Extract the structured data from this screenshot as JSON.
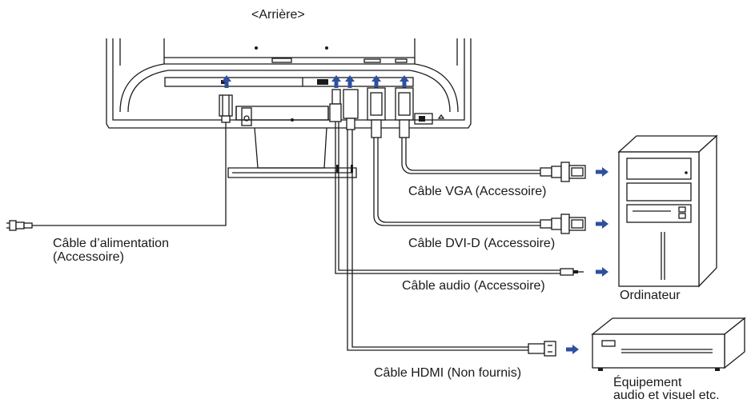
{
  "heading": "<Arrière>",
  "cables": {
    "power": [
      "Câble d’alimentation",
      "(Accessoire)"
    ],
    "vga": "Câble VGA (Accessoire)",
    "dvi": "Câble DVI-D (Accessoire)",
    "audio": "Câble audio (Accessoire)",
    "hdmi": "Câble HDMI (Non fournis)"
  },
  "devices": {
    "computer": "Ordinateur",
    "av_equipment": [
      "Équipement",
      "audio et visuel etc."
    ]
  },
  "colors": {
    "line": "#1a1a1a",
    "arrow": "#2f4f9f"
  },
  "icons": [
    "monitor-back-icon",
    "computer-tower-icon",
    "av-player-icon",
    "power-plug-icon",
    "vga-connector-icon",
    "dvi-connector-icon",
    "audio-jack-icon",
    "hdmi-connector-icon",
    "arrow-icon"
  ]
}
